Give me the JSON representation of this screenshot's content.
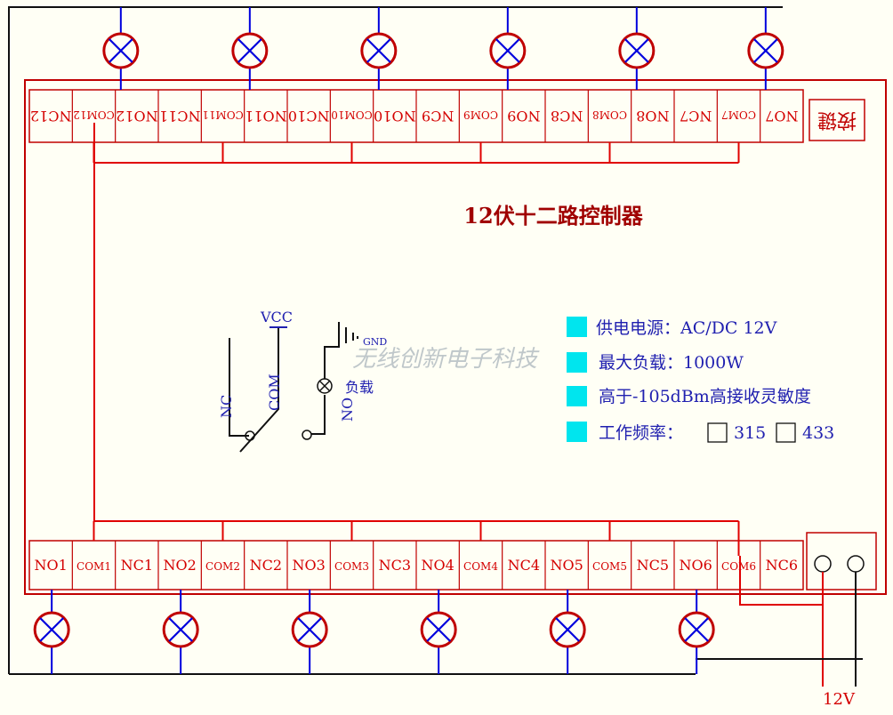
{
  "title": "12伏十二路控制器",
  "button_label": "按键",
  "watermark": "无线创新电子科技",
  "supply_label": "12V",
  "schematic": {
    "vcc": "VCC",
    "gnd": "GND",
    "nc": "NC",
    "com": "COM",
    "no": "NO",
    "load": "负载"
  },
  "features": [
    "供电电源：AC/DC 12V",
    "最大负载：1000W",
    "高于-105dBm高接收灵敏度",
    "工作频率："
  ],
  "frequency_options": [
    "315",
    "433"
  ],
  "bottom_terminals": [
    "NO1",
    "COM1",
    "NC1",
    "NO2",
    "COM2",
    "NC2",
    "NO3",
    "COM3",
    "NC3",
    "NO4",
    "COM4",
    "NC4",
    "NO5",
    "COM5",
    "NC5",
    "NO6",
    "COM6",
    "NC6"
  ],
  "top_terminals": [
    "NC12",
    "COM12",
    "NO12",
    "NC11",
    "COM11",
    "NO11",
    "NC10",
    "COM10",
    "NO10",
    "NC9",
    "COM9",
    "NO9",
    "NC8",
    "COM8",
    "NO8",
    "NC7",
    "COM7",
    "NO7"
  ],
  "colors": {
    "outline": "#c00000",
    "wire_red": "#e00000",
    "wire_blue": "#0000dd",
    "wire_black": "#101010",
    "lamp_border": "#c00000",
    "lamp_x": "#0000dd",
    "feature_box": "#00e5ee",
    "title": "#a00000",
    "feature_text": "#2020b0"
  }
}
